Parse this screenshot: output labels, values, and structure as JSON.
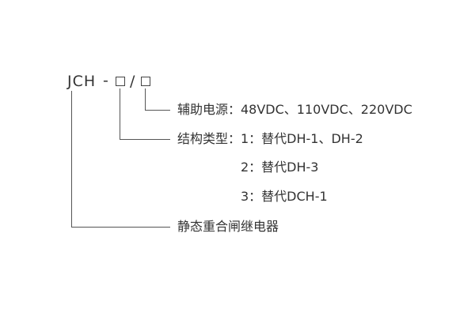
{
  "diagram": {
    "model": {
      "prefix": "JCH",
      "separator_dash": "-",
      "separator_slash": "/"
    },
    "callouts": {
      "aux_power": "辅助电源：48VDC、110VDC、220VDC",
      "structure_type": "结构类型：1：替代DH-1、DH-2",
      "structure_type_option2": "2：替代DH-3",
      "structure_type_option3": "3：替代DCH-1",
      "relay_name": "静态重合闸继电器"
    },
    "colors": {
      "text": "#333333",
      "line": "#555555"
    }
  }
}
